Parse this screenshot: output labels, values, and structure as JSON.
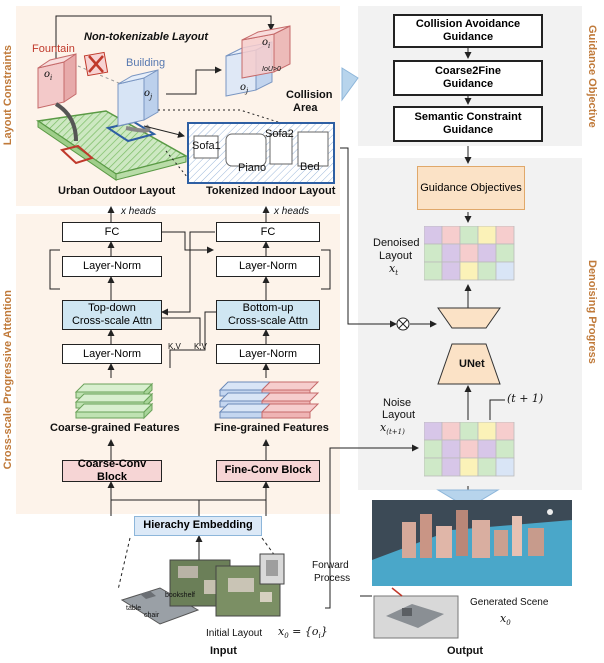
{
  "side_labels": {
    "layout_constraints": "Layout Constraints",
    "cross_scale": "Cross-scale Progressive Attention",
    "guidance_objective": "Guidance Objective",
    "denoising_progress": "Denoising Progress"
  },
  "layout": {
    "non_tokenizable": "Non-tokenizable Layout",
    "fountain": "Fountain",
    "building": "Building",
    "oi": "o",
    "oi_sub": "i",
    "oj": "o",
    "oj_sub": "j",
    "iou": "IoU>0",
    "collision_area_1": "Collision",
    "collision_area_2": "Area",
    "urban_outdoor": "Urban Outdoor Layout",
    "tokenized_indoor": "Tokenized Indoor Layout",
    "sofa1": "Sofa1",
    "sofa2": "Sofa2",
    "piano": "Piano",
    "bed": "Bed"
  },
  "attention": {
    "x_heads": "x heads",
    "fc": "FC",
    "layer_norm": "Layer-Norm",
    "top_down_1": "Top-down",
    "top_down_2": "Cross-scale Attn",
    "bottom_up_1": "Bottom-up",
    "bottom_up_2": "Cross-scale Attn",
    "kv": "K,V",
    "coarse_features": "Coarse-grained Features",
    "fine_features": "Fine-grained Features",
    "coarse_conv": "Coarse-Conv Block",
    "fine_conv": "Fine-Conv Block",
    "hierarchy": "Hierachy Embedding"
  },
  "guidance": {
    "items": [
      {
        "line1": "Collision Avoidance",
        "line2": "Guidance"
      },
      {
        "line1": "Coarse2Fine",
        "line2": "Guidance"
      },
      {
        "line1": "Semantic Constraint",
        "line2": "Guidance"
      }
    ],
    "objectives": "Guidance Objectives"
  },
  "denoise": {
    "denoised_1": "Denoised",
    "denoised_2": "Layout",
    "denoised_var": "x",
    "denoised_sub": "t",
    "unet": "UNet",
    "t_plus_1": "(t + 1)",
    "noise_1": "Noise",
    "noise_2": "Layout",
    "noise_var": "x",
    "noise_sub": "(t+1)"
  },
  "io": {
    "forward_1": "Forward",
    "forward_2": "Process",
    "initial_layout": "Initial Layout",
    "x0_eq": "x",
    "x0_sub": "0",
    "x0_rhs": " = {o",
    "x0_rhs_sub": "i",
    "x0_close": "}",
    "input": "Input",
    "output": "Output",
    "generated": "Generated Scene",
    "out_var": "x",
    "out_sub": "0",
    "bookshelf": "bookshelf",
    "table": "table",
    "chair": "chair"
  },
  "colors": {
    "section_bg": "#fdf3ea",
    "right_bg": "#f2f2f2",
    "accent_label": "#c07a3a",
    "attn_blue": "#cfe6f2",
    "coarse_red": "#f6d5d5",
    "fine_red": "#f6d5d5",
    "hier_blue": "#dce9f7",
    "objective_orange": "#fbe2c6",
    "unet_orange": "#fbe2c6",
    "arrow_blue": "#b7d4ec"
  }
}
